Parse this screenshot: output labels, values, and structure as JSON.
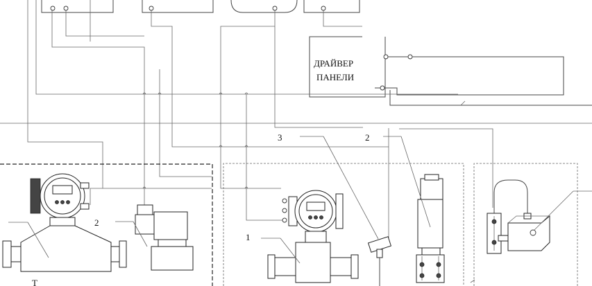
{
  "labels": {
    "driver_panel_line1": "ДРАЙВЕР",
    "driver_panel_line2": "ПАНЕЛИ",
    "callout_1": "1",
    "callout_2_valve": "2",
    "callout_2_right": "2",
    "callout_3": "3",
    "bottom_fragment": "Т"
  },
  "colors": {
    "line": "#444444",
    "dashed_frame": "#666666",
    "device_fill": "#ffffff"
  }
}
